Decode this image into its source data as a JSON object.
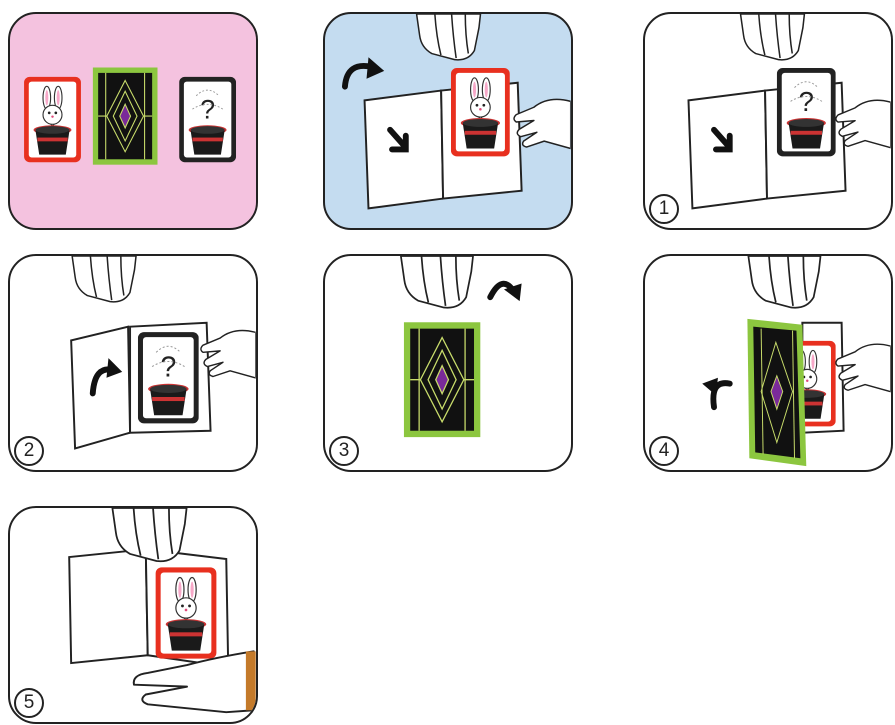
{
  "colors": {
    "panel_pink": "#f4c2df",
    "panel_blue": "#c4dcf0",
    "panel_white": "#ffffff",
    "card_red": "#e8301f",
    "card_black": "#222222",
    "card_green": "#8cc63f",
    "card_back": "#111111",
    "diamond_purple": "#7a2a9a"
  },
  "steps": [
    {
      "id": "intro",
      "label": ""
    },
    {
      "id": "setup",
      "label": ""
    },
    {
      "id": "step1",
      "label": "1"
    },
    {
      "id": "step2",
      "label": "2"
    },
    {
      "id": "step3",
      "label": "3"
    },
    {
      "id": "step4",
      "label": "4"
    },
    {
      "id": "step5",
      "label": "5"
    }
  ],
  "icons": {
    "card_face_rabbit": "rabbit-in-hat-icon",
    "card_face_question": "question-hat-icon",
    "card_back": "diamond-card-back-icon",
    "arrow": "curved-arrow-icon",
    "hand": "hand-icon"
  },
  "question_mark": "?"
}
